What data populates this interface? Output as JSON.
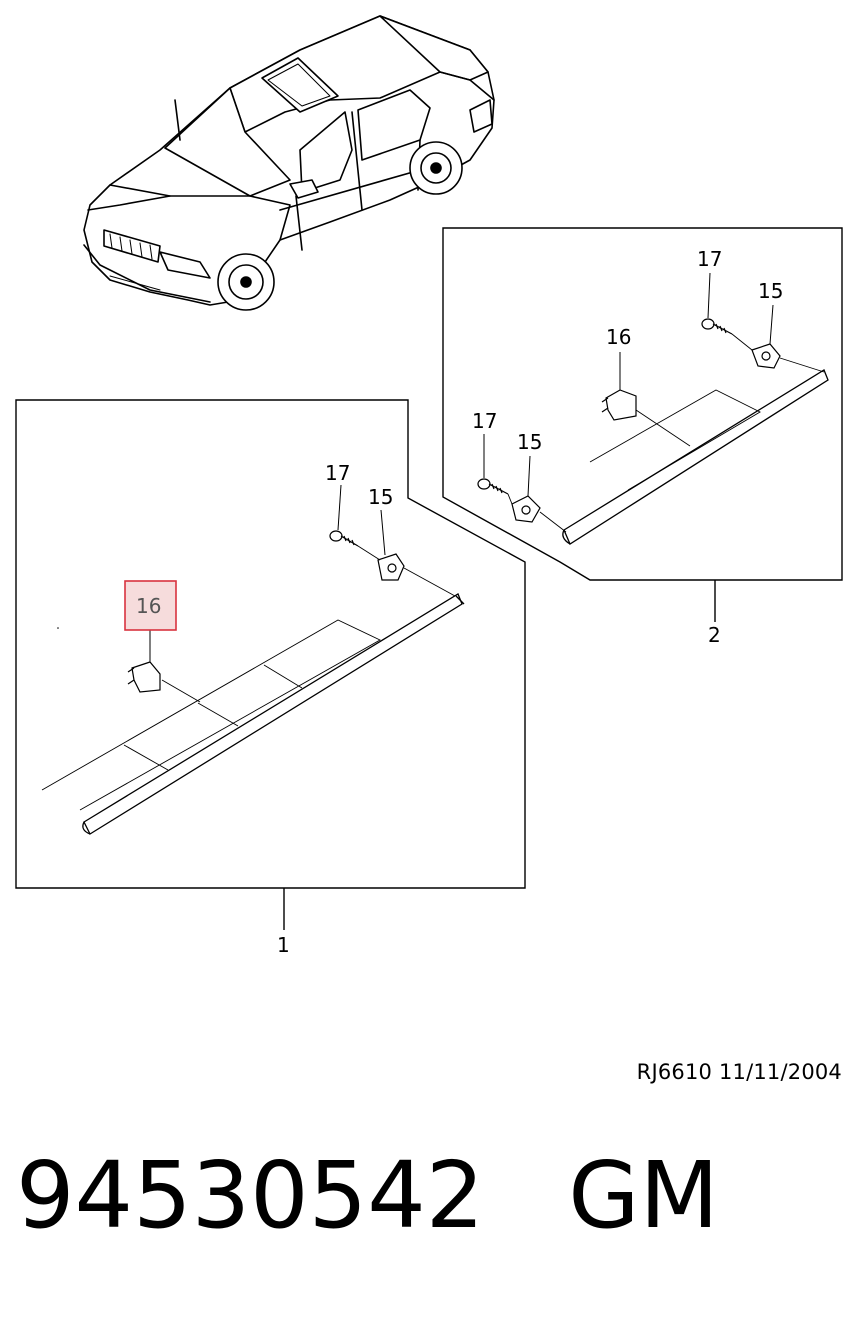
{
  "callouts": {
    "panel1_label": "1",
    "panel2_label": "2",
    "p1_c17": "17",
    "p1_c15": "15",
    "p1_c16": "16",
    "p2_c17_right": "17",
    "p2_c15_right": "15",
    "p2_c16": "16",
    "p2_c17_left": "17",
    "p2_c15_left": "15"
  },
  "highlight_color": "#d9333f",
  "highlight_fill": "#f6dcdc",
  "reference": "RJ6610  11/11/2004",
  "part_number": "94530542",
  "brand": "GM"
}
